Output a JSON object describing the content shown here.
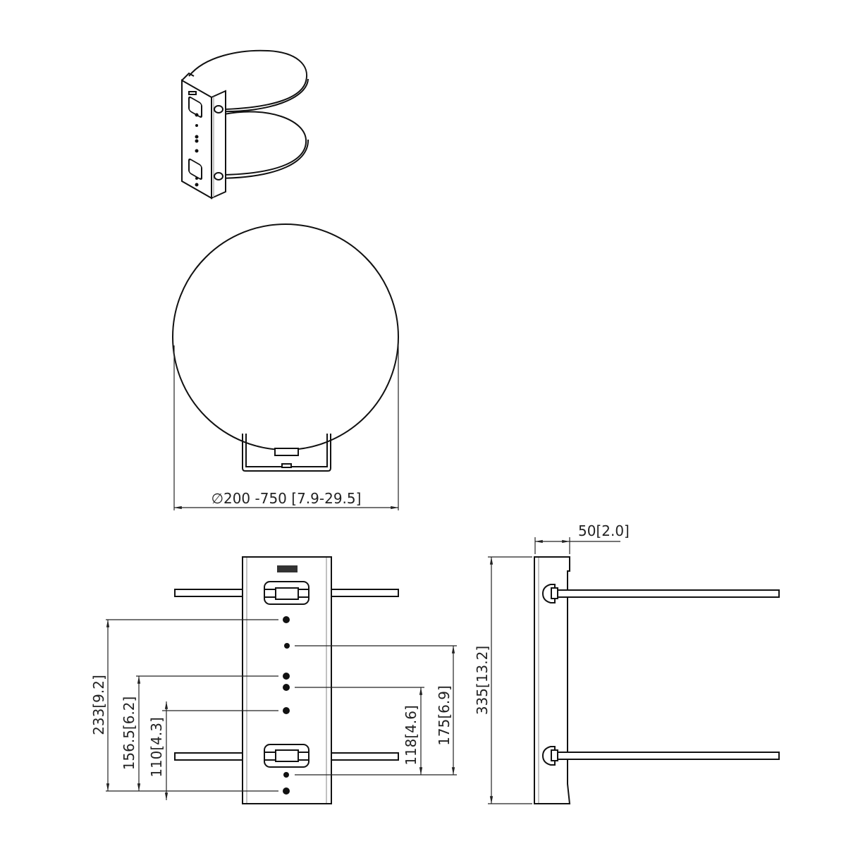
{
  "iso_view": {
    "name": "pole-clamp-isometric"
  },
  "top_view": {
    "diameter_label": "∅200 -750 [7.9-29.5]"
  },
  "front_view": {
    "dims": [
      {
        "label": "233[9.2]"
      },
      {
        "label": "156.5[6.2]"
      },
      {
        "label": "110[4.3]"
      },
      {
        "label": "175[6.9]"
      },
      {
        "label": "118[4.6]"
      }
    ]
  },
  "side_view": {
    "height_label": "335[13.2]",
    "depth_label": "50[2.0]"
  },
  "colors": {
    "line": "#111111",
    "background": "#ffffff"
  }
}
